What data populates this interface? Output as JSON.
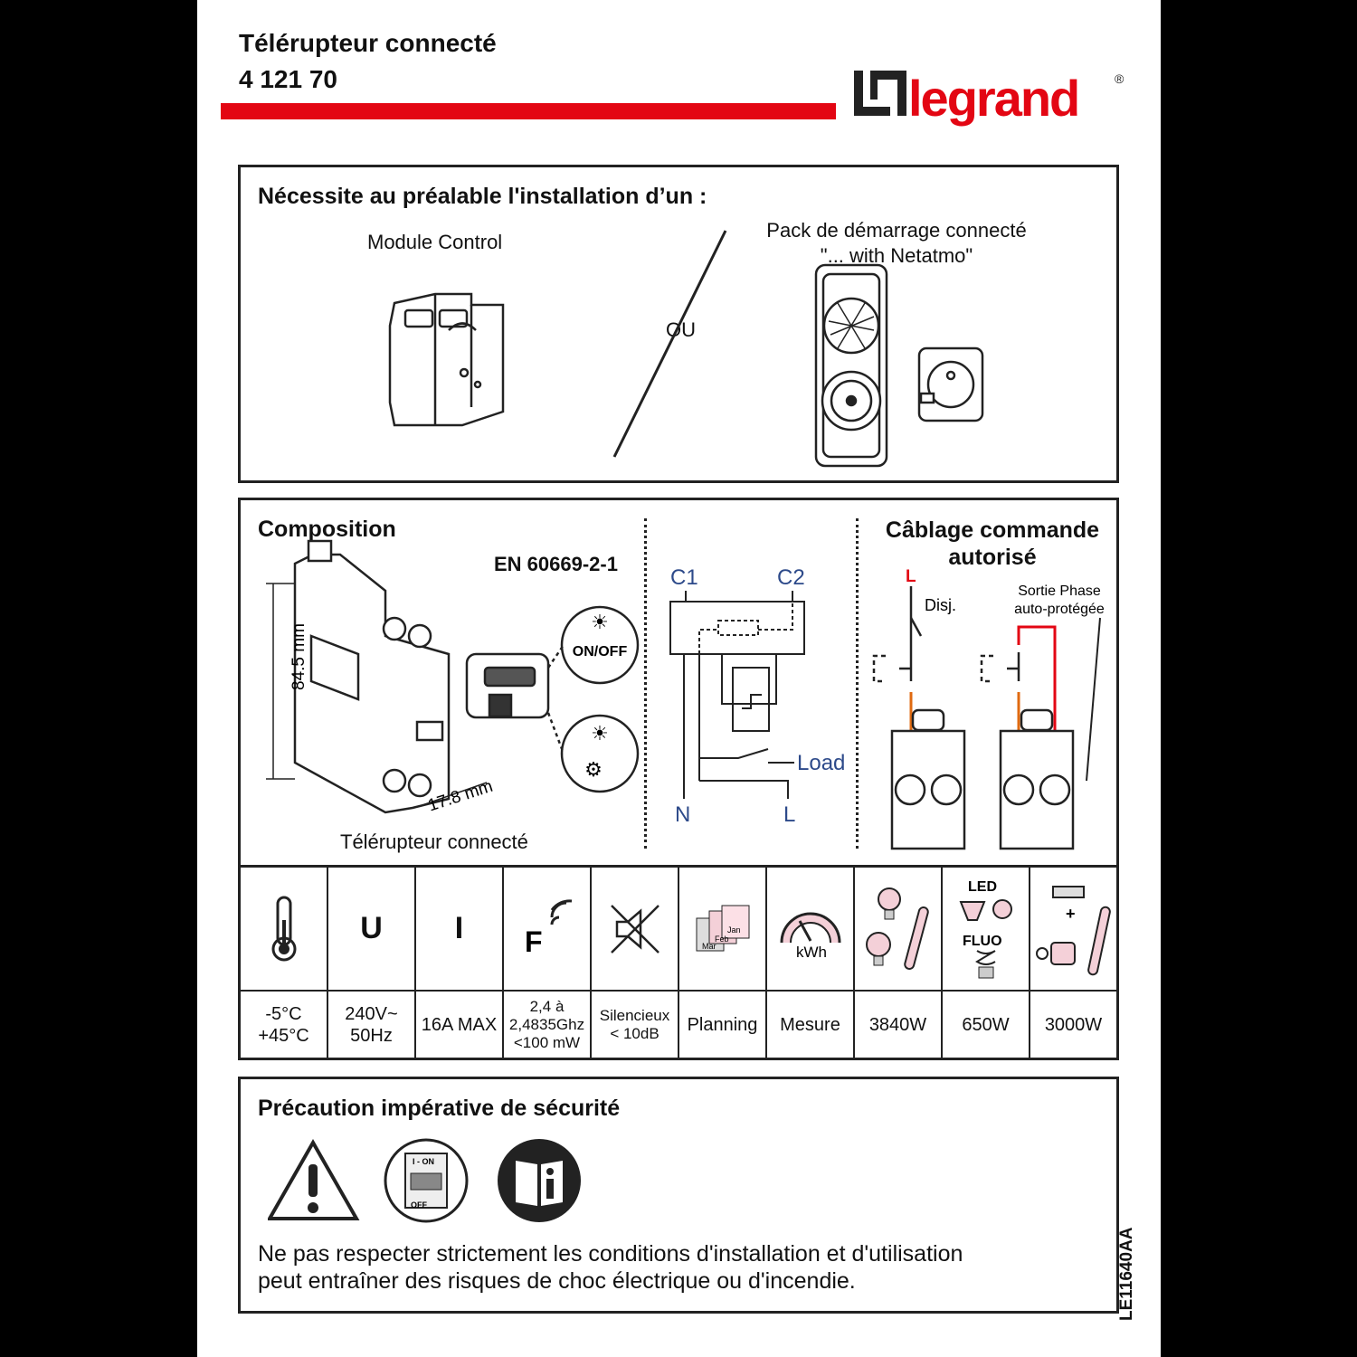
{
  "header": {
    "title": "Télérupteur connecté",
    "reference": "4 121 70",
    "brand": "legrand",
    "brand_mark": "®"
  },
  "prerequisite": {
    "heading": "Nécessite au préalable l'installation d’un :",
    "option_a": "Module Control",
    "or": "OU",
    "option_b_line1": "Pack de démarrage connecté",
    "option_b_line2": "\"... with Netatmo\""
  },
  "composition": {
    "heading": "Composition",
    "standard": "EN 60669-2-1",
    "height": "84.5 mm",
    "width": "17.8 mm",
    "caption": "Télérupteur connecté",
    "button_label": "ON/OFF"
  },
  "schematic": {
    "c1": "C1",
    "c2": "C2",
    "load": "Load",
    "n": "N",
    "l": "L"
  },
  "wiring": {
    "heading_line1": "Câblage commande",
    "heading_line2": "autorisé",
    "l": "L",
    "disj": "Disj.",
    "sortie_line1": "Sortie Phase",
    "sortie_line2": "auto-protégée"
  },
  "specs": {
    "icons": [
      "thermometer-icon",
      "U",
      "I",
      "F",
      "silent-icon",
      "calendar-icon",
      "kwh-meter-icon",
      "bulb-icon",
      "led-fluo-icon",
      "fluo-tube-icon"
    ],
    "u": "U",
    "i": "I",
    "f": "F",
    "kwh": "kWh",
    "led": "LED",
    "fluo": "FLUO",
    "cal_jan": "Jan",
    "cal_feb": "Feb",
    "cal_mar": "Mar",
    "temp_line1": "-5°C",
    "temp_line2": "+45°C",
    "volt_line1": "240V~",
    "volt_line2": "50Hz",
    "current": "16A MAX",
    "freq_line1": "2,4 à",
    "freq_line2": "2,4835Ghz",
    "freq_line3": "<100 mW",
    "silent_line1": "Silencieux",
    "silent_line2": "< 10dB",
    "planning": "Planning",
    "mesure": "Mesure",
    "p1": "3840W",
    "p2": "650W",
    "p3": "3000W"
  },
  "safety": {
    "heading": "Précaution impérative de sécurité",
    "text_line1": "Ne pas respecter strictement les conditions d'installation et d'utilisation",
    "text_line2": "peut entraîner des risques de choc électrique ou d'incendie.",
    "switch_on": "I - ON",
    "switch_off": "OFF"
  },
  "doc_code": "LE11640AA",
  "colors": {
    "red": "#e30613",
    "orange": "#e06a10"
  }
}
